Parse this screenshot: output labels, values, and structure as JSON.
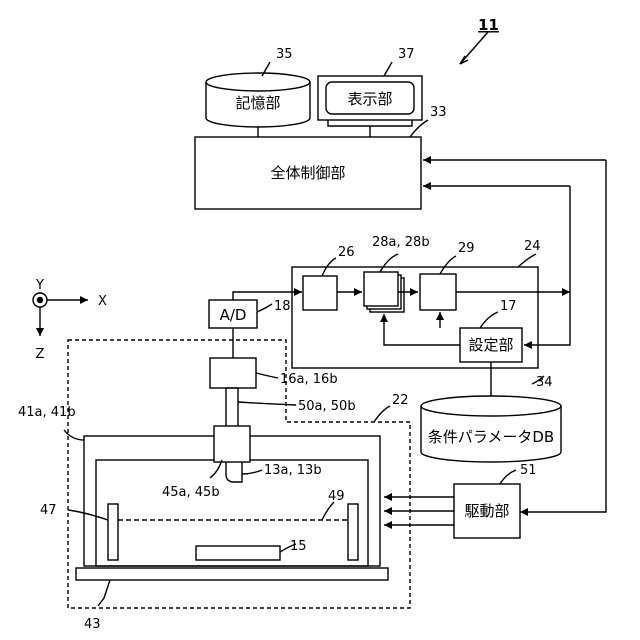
{
  "figure_number": "11",
  "storage": {
    "ref": "35",
    "label": "記憶部"
  },
  "display": {
    "ref": "37",
    "label": "表示部"
  },
  "overall_control": {
    "ref": "33",
    "label": "全体制御部"
  },
  "processing_unit": {
    "ref": "24"
  },
  "blocks": {
    "b26": {
      "ref": "26"
    },
    "b28": {
      "ref": "28a, 28b"
    },
    "b29": {
      "ref": "29"
    }
  },
  "setting": {
    "ref": "17",
    "label": "設定部"
  },
  "ad_converter": {
    "ref": "18",
    "label": "A/D"
  },
  "axes": {
    "y_label": "Y",
    "x_label": "X",
    "z_label": "Z"
  },
  "condition_db": {
    "ref": "34",
    "label": "条件パラメータDB"
  },
  "drive": {
    "ref": "51",
    "label": "駆動部"
  },
  "refs": {
    "r16": "16a, 16b",
    "r50": "50a, 50b",
    "r22": "22",
    "r41": "41a, 41b",
    "r45": "45a, 45b",
    "r13": "13a, 13b",
    "r49": "49",
    "r47": "47",
    "r15": "15",
    "r43": "43"
  }
}
